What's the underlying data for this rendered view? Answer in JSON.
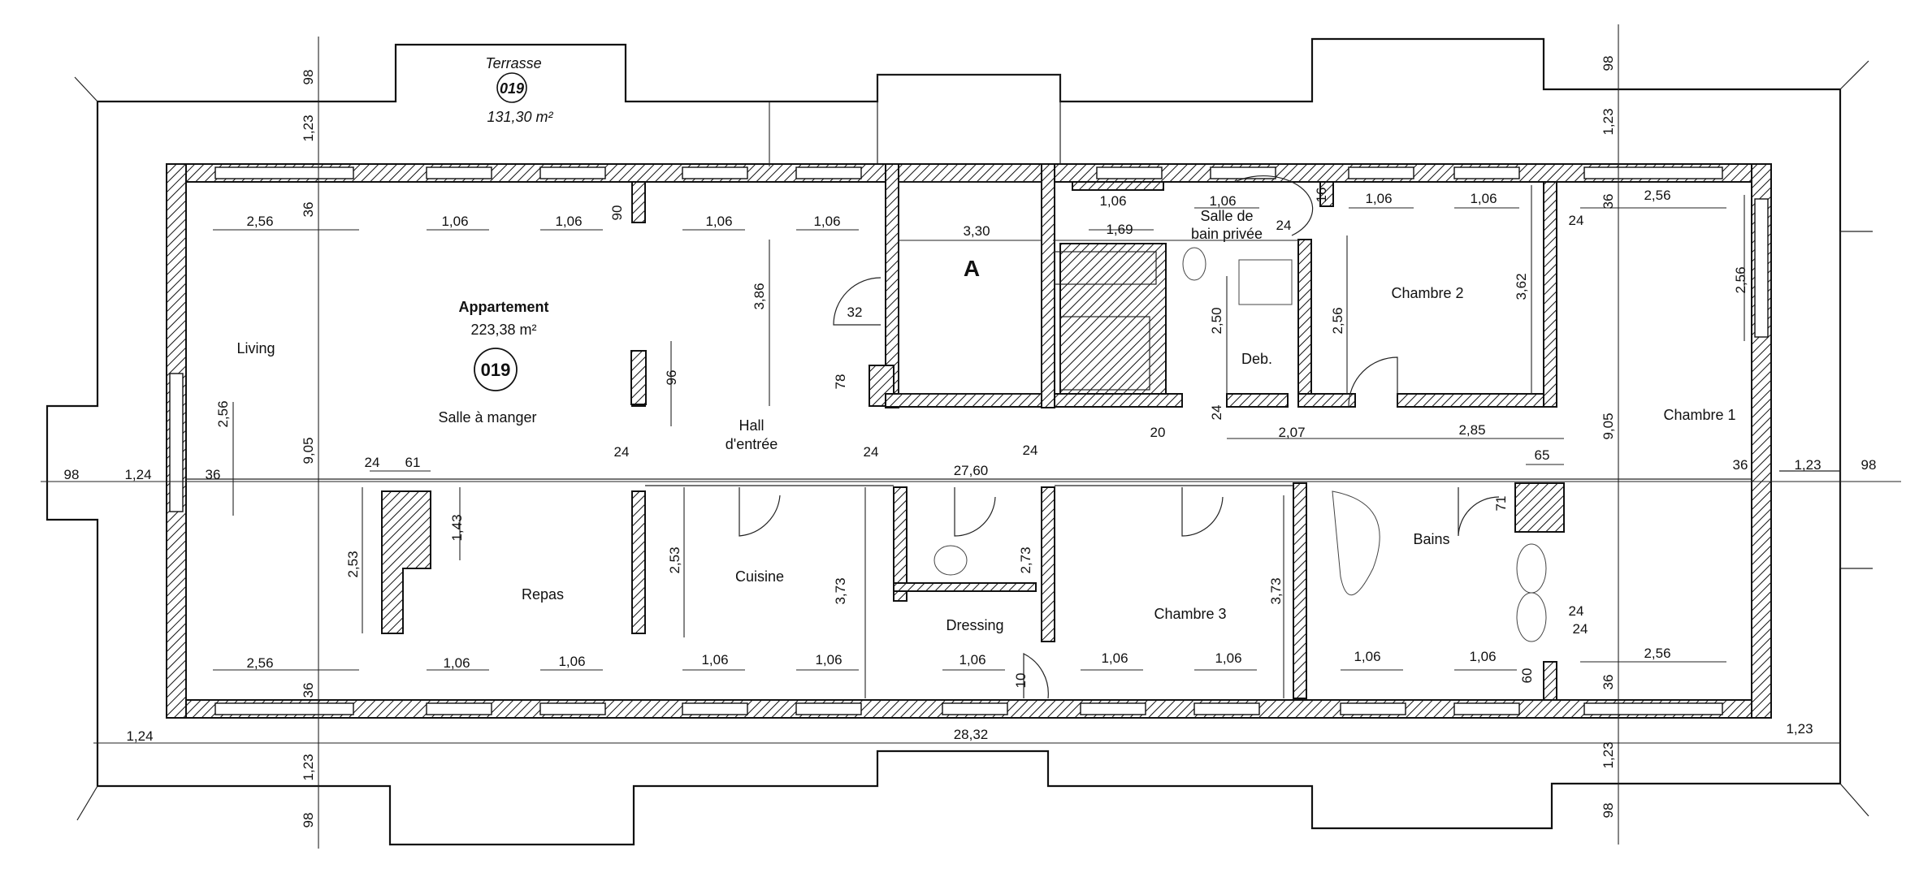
{
  "terrace": {
    "name": "Terrasse",
    "number": "019",
    "area": "131,30 m²"
  },
  "apartment": {
    "name": "Appartement",
    "area": "223,38 m²",
    "number": "019"
  },
  "section_marker": "A",
  "rooms": [
    {
      "id": "living",
      "name": "Living"
    },
    {
      "id": "salle-a-manger",
      "name": "Salle à manger"
    },
    {
      "id": "hall-1",
      "name": "Hall"
    },
    {
      "id": "hall-2",
      "name": "d'entrée"
    },
    {
      "id": "repas",
      "name": "Repas"
    },
    {
      "id": "cuisine",
      "name": "Cuisine"
    },
    {
      "id": "dressing",
      "name": "Dressing"
    },
    {
      "id": "chambre-3",
      "name": "Chambre 3"
    },
    {
      "id": "bains",
      "name": "Bains"
    },
    {
      "id": "chambre-1",
      "name": "Chambre 1"
    },
    {
      "id": "chambre-2",
      "name": "Chambre 2"
    },
    {
      "id": "deb",
      "name": "Deb."
    },
    {
      "id": "sdb-1",
      "name": "Salle de"
    },
    {
      "id": "sdb-2",
      "name": "bain privée"
    }
  ],
  "dimensions": {
    "top_row": [
      "2,56",
      "1,06",
      "1,06",
      "1,06",
      "1,06",
      "3,30",
      "1,06",
      "1,06",
      "1,69",
      "1,06",
      "1,06",
      "2,56"
    ],
    "bottom_row": [
      "2,56",
      "1,06",
      "1,06",
      "1,06",
      "1,06",
      "1,06",
      "1,06",
      "1,06",
      "1,06",
      "1,06",
      "2,56"
    ],
    "overall_length": "27,60",
    "overall_outer": "28,32",
    "overall_height_left": "9,05",
    "overall_height_right": "9,05",
    "edge_left": [
      "98",
      "1,24",
      "36"
    ],
    "edge_right": [
      "36",
      "1,23",
      "98"
    ],
    "edge_bottom_left": "1,24",
    "edge_bottom_right": "1,23",
    "vertical_top_left": [
      "98",
      "1,23",
      "36"
    ],
    "vertical_bottom_left": [
      "36",
      "1,23",
      "98"
    ],
    "vertical_top_right": [
      "98",
      "1,23",
      "36"
    ],
    "vertical_bottom_right": [
      "36",
      "1,23",
      "98"
    ],
    "misc": [
      "90",
      "3,86",
      "32",
      "78",
      "96",
      "2,56",
      "24",
      "61",
      "1,43",
      "2,53",
      "24",
      "24",
      "24",
      "2,53",
      "3,73",
      "2,73",
      "10",
      "3,73",
      "2,50",
      "2,56",
      "3,62",
      "24",
      "16",
      "24",
      "24",
      "20",
      "2,07",
      "2,85",
      "65",
      "71",
      "24",
      "60",
      "2,56",
      "24"
    ]
  }
}
